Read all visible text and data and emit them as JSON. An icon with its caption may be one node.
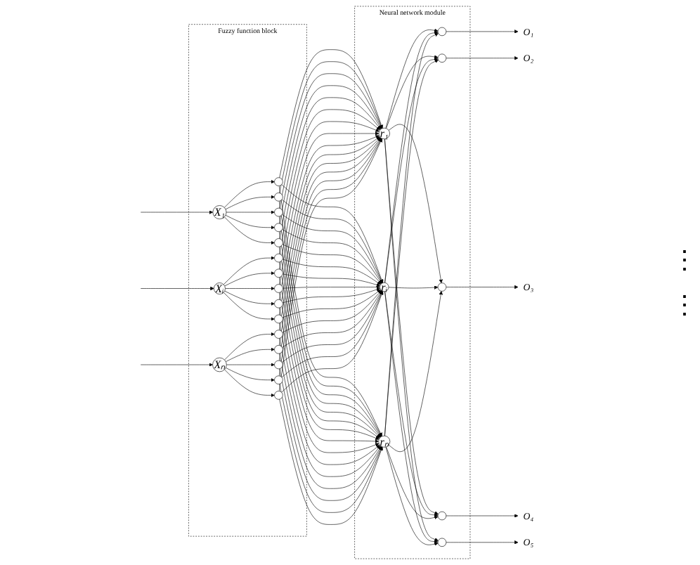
{
  "diagram": {
    "nodes": [
      {
        "text": [
          "Fuzzy function block"
        ]
      },
      {
        "text": [
          "X₁"
        ],
        "in": 0
      },
      {
        "text": [],
        "shape": "circle",
        "in": 0
      },
      {
        "text": [],
        "shape": "circle",
        "in": 0
      },
      {
        "text": [],
        "shape": "circle",
        "in": 0
      },
      {
        "text": [],
        "shape": "circle",
        "in": 0
      },
      {
        "text": [],
        "shape": "circle",
        "in": 0
      },
      {
        "text": [
          "Xᵢ"
        ],
        "in": 0
      },
      {
        "text": [],
        "shape": "circle",
        "in": 0
      },
      {
        "text": [],
        "shape": "circle",
        "in": 0
      },
      {
        "text": [],
        "shape": "circle",
        "in": 0
      },
      {
        "text": [],
        "shape": "circle",
        "in": 0
      },
      {
        "text": [],
        "shape": "circle",
        "in": 0
      },
      {
        "text": [
          "Xₙ"
        ],
        "in": 0
      },
      {
        "text": [],
        "shape": "circle",
        "in": 0
      },
      {
        "text": [],
        "shape": "circle",
        "in": 0
      },
      {
        "text": [],
        "shape": "circle",
        "in": 0
      },
      {
        "text": [],
        "shape": "circle",
        "in": 0
      },
      {
        "text": [],
        "shape": "circle",
        "in": 0
      },
      {
        "text": [
          "Neural network module"
        ]
      },
      {
        "text": [
          "r₁"
        ],
        "in": 19
      },
      {
        "text": [
          "rᵢ"
        ],
        "in": 19
      },
      {
        "text": [
          "rₙ"
        ],
        "in": 19
      },
      {
        "text": [],
        "shape": "circle",
        "in": 19
      },
      {
        "text": [],
        "shape": "circle",
        "in": 19
      },
      {
        "text": [],
        "shape": "circle",
        "in": 19
      },
      {
        "text": [],
        "shape": "circle",
        "in": 19
      },
      {
        "text": [],
        "shape": "circle",
        "in": 19
      },
      {
        "text": [
          "O₁"
        ]
      },
      {
        "text": [
          "O₂"
        ]
      },
      {
        "text": [
          "O₃"
        ]
      },
      {
        "text": [
          "O₄"
        ]
      },
      {
        "text": [
          "O₅"
        ]
      }
    ],
    "edges": [
      {
        "from": null,
        "to": 1,
        "arrow": "to"
      },
      {
        "from": null,
        "to": 7,
        "arrow": "to"
      },
      {
        "from": null,
        "to": 13,
        "arrow": "to"
      },
      {
        "from": 1,
        "to": 2,
        "arrow": "to"
      },
      {
        "from": 1,
        "to": 3,
        "arrow": "to"
      },
      {
        "from": 1,
        "to": 4,
        "arrow": "to"
      },
      {
        "from": 1,
        "to": 5,
        "arrow": "to"
      },
      {
        "from": 1,
        "to": 6,
        "arrow": "to"
      },
      {
        "from": 7,
        "to": 8,
        "arrow": "to"
      },
      {
        "from": 7,
        "to": 9,
        "arrow": "to"
      },
      {
        "from": 7,
        "to": 10,
        "arrow": "to"
      },
      {
        "from": 7,
        "to": 11,
        "arrow": "to"
      },
      {
        "from": 7,
        "to": 12,
        "arrow": "to"
      },
      {
        "from": 13,
        "to": 14,
        "arrow": "to"
      },
      {
        "from": 13,
        "to": 15,
        "arrow": "to"
      },
      {
        "from": 13,
        "to": 16,
        "arrow": "to"
      },
      {
        "from": 13,
        "to": 17,
        "arrow": "to"
      },
      {
        "from": 13,
        "to": 18,
        "arrow": "to"
      },
      {
        "from": 2,
        "to": 20,
        "arrow": "to"
      },
      {
        "from": 2,
        "to": 21,
        "arrow": "to"
      },
      {
        "from": 2,
        "to": 22,
        "arrow": "to"
      },
      {
        "from": 3,
        "to": 20,
        "arrow": "to"
      },
      {
        "from": 3,
        "to": 21,
        "arrow": "to"
      },
      {
        "from": 3,
        "to": 22,
        "arrow": "to"
      },
      {
        "from": 4,
        "to": 20,
        "arrow": "to"
      },
      {
        "from": 4,
        "to": 21,
        "arrow": "to"
      },
      {
        "from": 4,
        "to": 22,
        "arrow": "to"
      },
      {
        "from": 5,
        "to": 20,
        "arrow": "to"
      },
      {
        "from": 5,
        "to": 21,
        "arrow": "to"
      },
      {
        "from": 5,
        "to": 22,
        "arrow": "to"
      },
      {
        "from": 6,
        "to": 20,
        "arrow": "to"
      },
      {
        "from": 6,
        "to": 21,
        "arrow": "to"
      },
      {
        "from": 6,
        "to": 22,
        "arrow": "to"
      },
      {
        "from": 8,
        "to": 20,
        "arrow": "to"
      },
      {
        "from": 8,
        "to": 21,
        "arrow": "to"
      },
      {
        "from": 8,
        "to": 22,
        "arrow": "to"
      },
      {
        "from": 9,
        "to": 20,
        "arrow": "to"
      },
      {
        "from": 9,
        "to": 21,
        "arrow": "to"
      },
      {
        "from": 9,
        "to": 22,
        "arrow": "to"
      },
      {
        "from": 10,
        "to": 20,
        "arrow": "to"
      },
      {
        "from": 10,
        "to": 21,
        "arrow": "to"
      },
      {
        "from": 10,
        "to": 22,
        "arrow": "to"
      },
      {
        "from": 11,
        "to": 20,
        "arrow": "to"
      },
      {
        "from": 11,
        "to": 21,
        "arrow": "to"
      },
      {
        "from": 11,
        "to": 22,
        "arrow": "to"
      },
      {
        "from": 12,
        "to": 20,
        "arrow": "to"
      },
      {
        "from": 12,
        "to": 21,
        "arrow": "to"
      },
      {
        "from": 12,
        "to": 22,
        "arrow": "to"
      },
      {
        "from": 14,
        "to": 20,
        "arrow": "to"
      },
      {
        "from": 14,
        "to": 21,
        "arrow": "to"
      },
      {
        "from": 14,
        "to": 22,
        "arrow": "to"
      },
      {
        "from": 15,
        "to": 20,
        "arrow": "to"
      },
      {
        "from": 15,
        "to": 21,
        "arrow": "to"
      },
      {
        "from": 15,
        "to": 22,
        "arrow": "to"
      },
      {
        "from": 16,
        "to": 20,
        "arrow": "to"
      },
      {
        "from": 16,
        "to": 21,
        "arrow": "to"
      },
      {
        "from": 16,
        "to": 22,
        "arrow": "to"
      },
      {
        "from": 17,
        "to": 20,
        "arrow": "to"
      },
      {
        "from": 17,
        "to": 21,
        "arrow": "to"
      },
      {
        "from": 17,
        "to": 22,
        "arrow": "to"
      },
      {
        "from": 18,
        "to": 20,
        "arrow": "to"
      },
      {
        "from": 18,
        "to": 21,
        "arrow": "to"
      },
      {
        "from": 18,
        "to": 22,
        "arrow": "to"
      },
      {
        "from": 20,
        "to": 23,
        "arrow": "to"
      },
      {
        "from": 20,
        "to": 24,
        "arrow": "to"
      },
      {
        "from": 20,
        "to": 25,
        "arrow": "to"
      },
      {
        "from": 20,
        "to": 26,
        "arrow": "to"
      },
      {
        "from": 20,
        "to": 27,
        "arrow": "to"
      },
      {
        "from": 21,
        "to": 23,
        "arrow": "to"
      },
      {
        "from": 21,
        "to": 24,
        "arrow": "to"
      },
      {
        "from": 21,
        "to": 25,
        "arrow": "to"
      },
      {
        "from": 21,
        "to": 26,
        "arrow": "to"
      },
      {
        "from": 21,
        "to": 27,
        "arrow": "to"
      },
      {
        "from": 22,
        "to": 23,
        "arrow": "to"
      },
      {
        "from": 22,
        "to": 24,
        "arrow": "to"
      },
      {
        "from": 22,
        "to": 25,
        "arrow": "to"
      },
      {
        "from": 22,
        "to": 26,
        "arrow": "to"
      },
      {
        "from": 22,
        "to": 27,
        "arrow": "to"
      },
      {
        "from": 23,
        "to": 28,
        "arrow": "to"
      },
      {
        "from": 24,
        "to": 29,
        "arrow": "to"
      },
      {
        "from": 25,
        "to": 30,
        "arrow": "to"
      },
      {
        "from": 26,
        "to": 31,
        "arrow": "to"
      },
      {
        "from": 27,
        "to": 32,
        "arrow": "to"
      }
    ],
    "labels": [
      "⋮",
      "⋮"
    ]
  }
}
